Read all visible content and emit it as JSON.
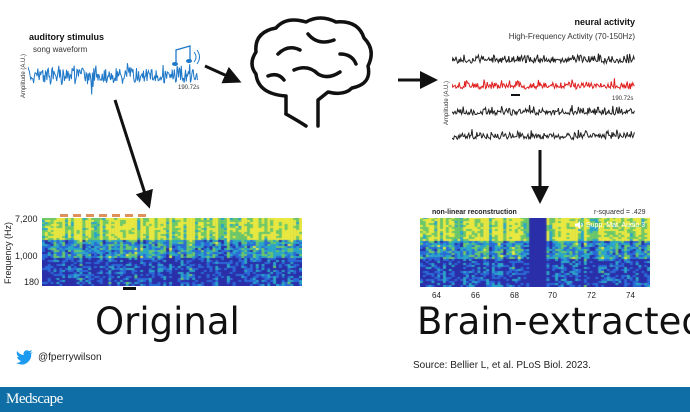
{
  "stimulus": {
    "title": "auditory stimulus",
    "subtitle": "song waveform",
    "ylabel": "Amplitude (A.U.)",
    "duration": "190.72s",
    "icon": "music-note-icon",
    "color": "#1f78c8"
  },
  "neural": {
    "title": "neural activity",
    "subtitle": "High-Frequency Activity (70-150Hz)",
    "ylabel": "Amplitude (A.U.)",
    "duration": "190.72s",
    "highlight_color": "#e02020"
  },
  "original": {
    "ylabel": "Frequency (Hz)",
    "yticks": [
      "7,200",
      "1,000",
      "180"
    ],
    "caption": "Original"
  },
  "reconstruction": {
    "title": "non-linear reconstruction",
    "score": "r-squared = .429",
    "audio_label": "Supp. Mat. Audio 3",
    "xticks": [
      "64",
      "66",
      "68",
      "70",
      "72",
      "74"
    ],
    "caption": "Brain-extracted"
  },
  "footer": {
    "handle": "@fperrywilson",
    "source": "Source: Bellier L, et al. PLoS Biol. 2023.",
    "brand": "Medscape",
    "brand_color": "#0f6ea5"
  }
}
